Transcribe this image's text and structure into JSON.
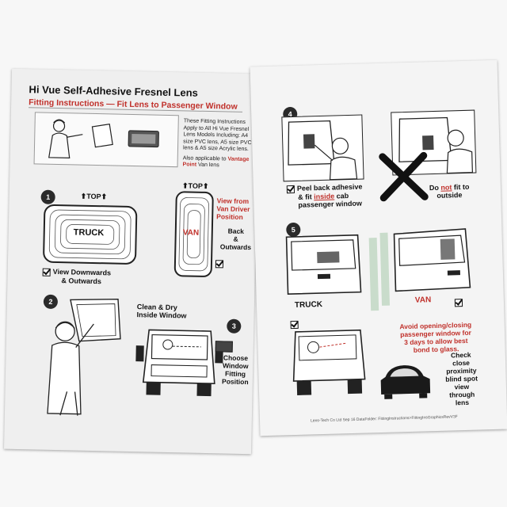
{
  "left_page": {
    "title": "Hi Vue Self-Adhesive Fresnel Lens",
    "subtitle": "Fitting Instructions — Fit Lens to Passenger Window",
    "intro_line1": "These Fitting Instructions",
    "intro_line2": "Apply to All Hi Vue Fresnel",
    "intro_line3": "Lens Models Including: A4",
    "intro_line4": "size PVC lens, A5 size PVC",
    "intro_line5": "lens & A5 size Acrylic lens.",
    "vantage_line1_pre": "Also applicable to ",
    "vantage_line1_bold": "Vantage",
    "vantage_line2_bold": "Point",
    "vantage_line2_post": " Van lens",
    "step1_num": "1",
    "top_left": "TOP",
    "top_right": "TOP",
    "truck_lens_label": "TRUCK",
    "van_lens_label": "VAN",
    "van_driver_line1": "View from",
    "van_driver_line2": "Van Driver",
    "van_driver_line3": "Position",
    "back_line1": "Back",
    "back_line2": "&",
    "back_line3": "Outwards",
    "view_down_line1": "View Downwards",
    "view_down_line2": "& Outwards",
    "step2_num": "2",
    "clean_line1": "Clean & Dry",
    "clean_line2": "Inside Window",
    "step3_num": "3",
    "choose_line1": "Choose",
    "choose_line2": "Window",
    "choose_line3": "Fitting",
    "choose_line4": "Position"
  },
  "right_page": {
    "step4_num": "4",
    "peel_line1": "Peel back adhesive",
    "peel_line2_pre": "& fit ",
    "peel_line2_inside": "inside",
    "peel_line2_post": " cab",
    "peel_line3": "passenger window",
    "donot_pre": "Do ",
    "donot_not": "not",
    "donot_post": " fit to",
    "donot_line2": "outside",
    "step5_num": "5",
    "truck_label": "TRUCK",
    "van_label": "VAN",
    "avoid_line1": "Avoid opening/closing",
    "avoid_line2": "passenger window for",
    "avoid_line3": "3 days to allow best",
    "avoid_line4": "bond to glass.",
    "check_line1": "Check",
    "check_line2": "close",
    "check_line3": "proximity",
    "check_line4": "blind spot",
    "check_line5": "view",
    "check_line6": "through",
    "check_line7": "lens",
    "footer": "Lens-Tech Co Ltd  Sep 16  DataFolder: FittingInstructions>FittingInsGraphicsRevV3F"
  },
  "colors": {
    "accent_red": "#c0302a",
    "ink": "#111111",
    "paper": "#f2f2f2"
  }
}
